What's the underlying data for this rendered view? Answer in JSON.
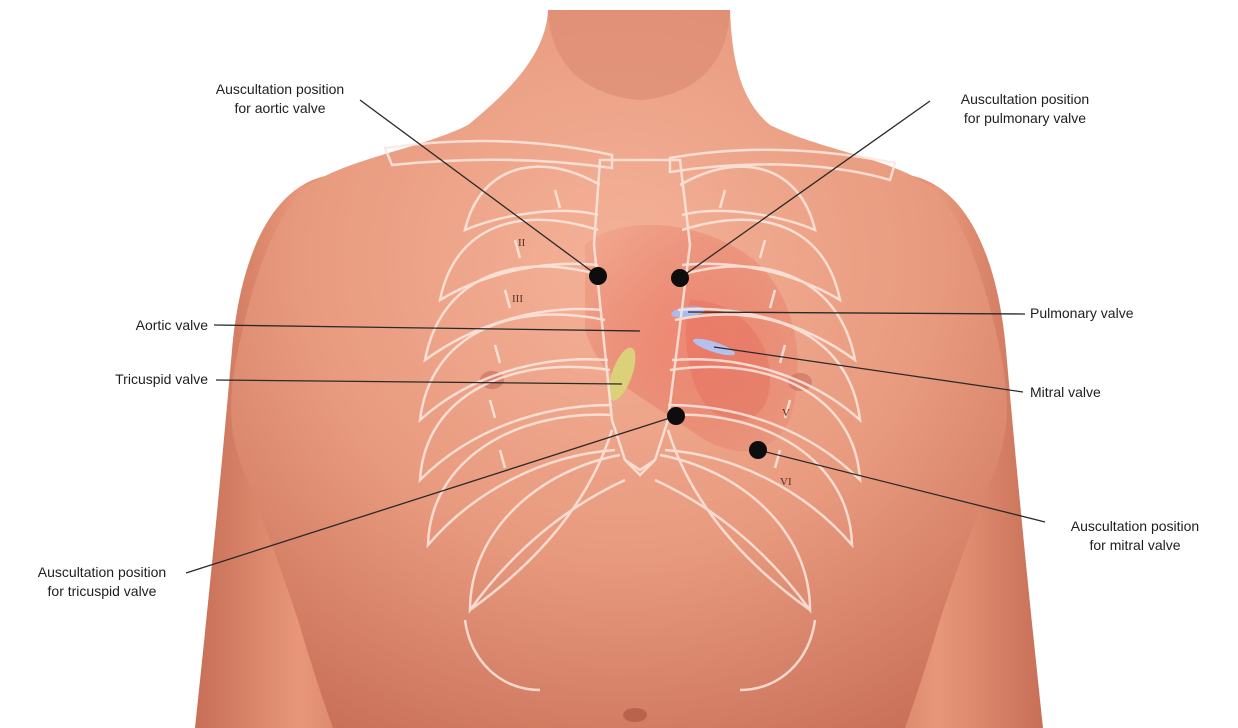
{
  "labels": {
    "aortic_position": [
      "Auscultation position",
      "for aortic valve"
    ],
    "pulmonary_position": [
      "Auscultation position",
      "for pulmonary valve"
    ],
    "aortic_valve": "Aortic valve",
    "pulmonary_valve": "Pulmonary valve",
    "tricuspid_valve": "Tricuspid valve",
    "mitral_valve": "Mitral valve",
    "mitral_position": [
      "Auscultation position",
      "for mitral valve"
    ],
    "tricuspid_position": [
      "Auscultation position",
      "for tricuspid valve"
    ]
  },
  "rib_numerals": {
    "ii": "II",
    "iii": "III",
    "v": "V",
    "vi": "VI"
  },
  "colors": {
    "skin": "#eaa083",
    "skin_shadow": "#c9735a",
    "bone_outline": "#fbe8e0",
    "auscultation_point": "#0d0d0d",
    "heart": "#e86a5c",
    "tricuspid_valve": "#dcd07a",
    "pulmonary_valve": "#a8bcf0",
    "mitral_valve": "#b6c0ee",
    "leader_line": "#2a2a2a"
  }
}
